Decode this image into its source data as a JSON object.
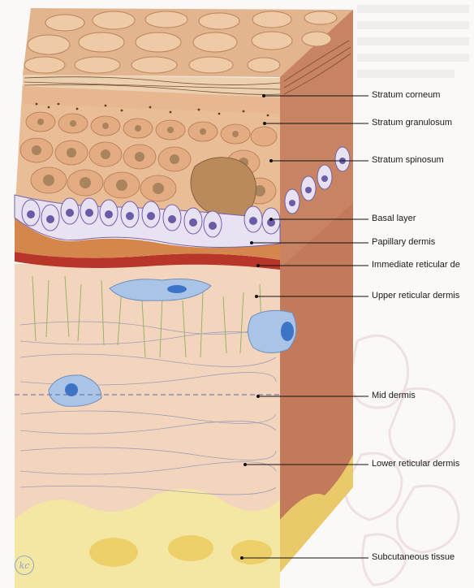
{
  "labels": {
    "stratum_corneum": "Stratum corneum",
    "stratum_granulosum": "Stratum granulosum",
    "stratum_spinosum": "Stratum spinosum",
    "basal_layer": "Basal layer",
    "papillary_dermis": "Papillary dermis",
    "immediate_reticular_dermis": "Immediate reticular de",
    "upper_reticular_dermis": "Upper reticular dermis",
    "mid_dermis": "Mid dermis",
    "lower_reticular_dermis": "Lower reticular dermis",
    "subcutaneous_tissue": "Subcutaneous tissue"
  },
  "logo": {
    "text": "kc"
  },
  "colors": {
    "corneum": "#e8c7a4",
    "granulosum": "#ecc6a2",
    "spinosum_cell": "#e3b48c",
    "basal_cell": "#e8e4f2",
    "basal_nucleus": "#6b5aa5",
    "papillary": "#d9894f",
    "reticular_red": "#b53227",
    "dermis": "#f3d7bf",
    "side_face": "#c97a55",
    "fibroblast": "#a9c6e8",
    "fat": "#f2e28c"
  }
}
